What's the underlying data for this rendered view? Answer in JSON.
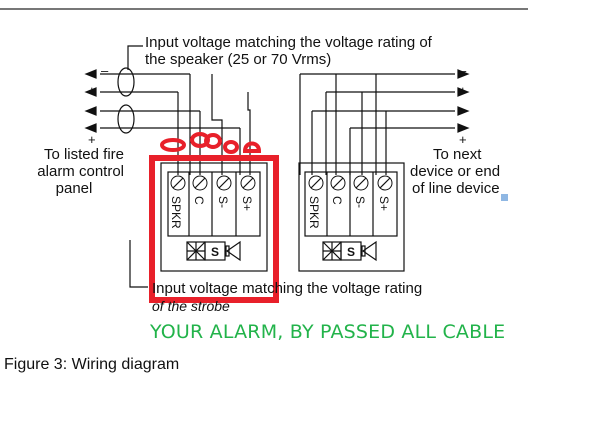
{
  "diagram": {
    "top_label_line1": "Input voltage matching the voltage rating of",
    "top_label_line2": "the speaker (25 or 70 Vrms)",
    "left_label_line1": "To listed fire",
    "left_label_line2": "alarm control",
    "left_label_line3": "panel",
    "right_label_line1": "To next",
    "right_label_line2": "device or end",
    "right_label_line3": "of line device",
    "bottom_label_line1": "Input voltage matching the voltage rating",
    "bottom_label_line2": "of the strobe",
    "plus_sign": "+",
    "minus_sign": "–",
    "terminal_labels": [
      "SPKR",
      "C",
      "S-",
      "S+"
    ],
    "strobe_symbol": "S"
  },
  "annotation": {
    "text": "YOUR ALARM, BY PASSED ALL CABLE",
    "box_color": "#e8202a",
    "text_color": "#22b34a"
  },
  "caption": "Figure 3: Wiring diagram"
}
